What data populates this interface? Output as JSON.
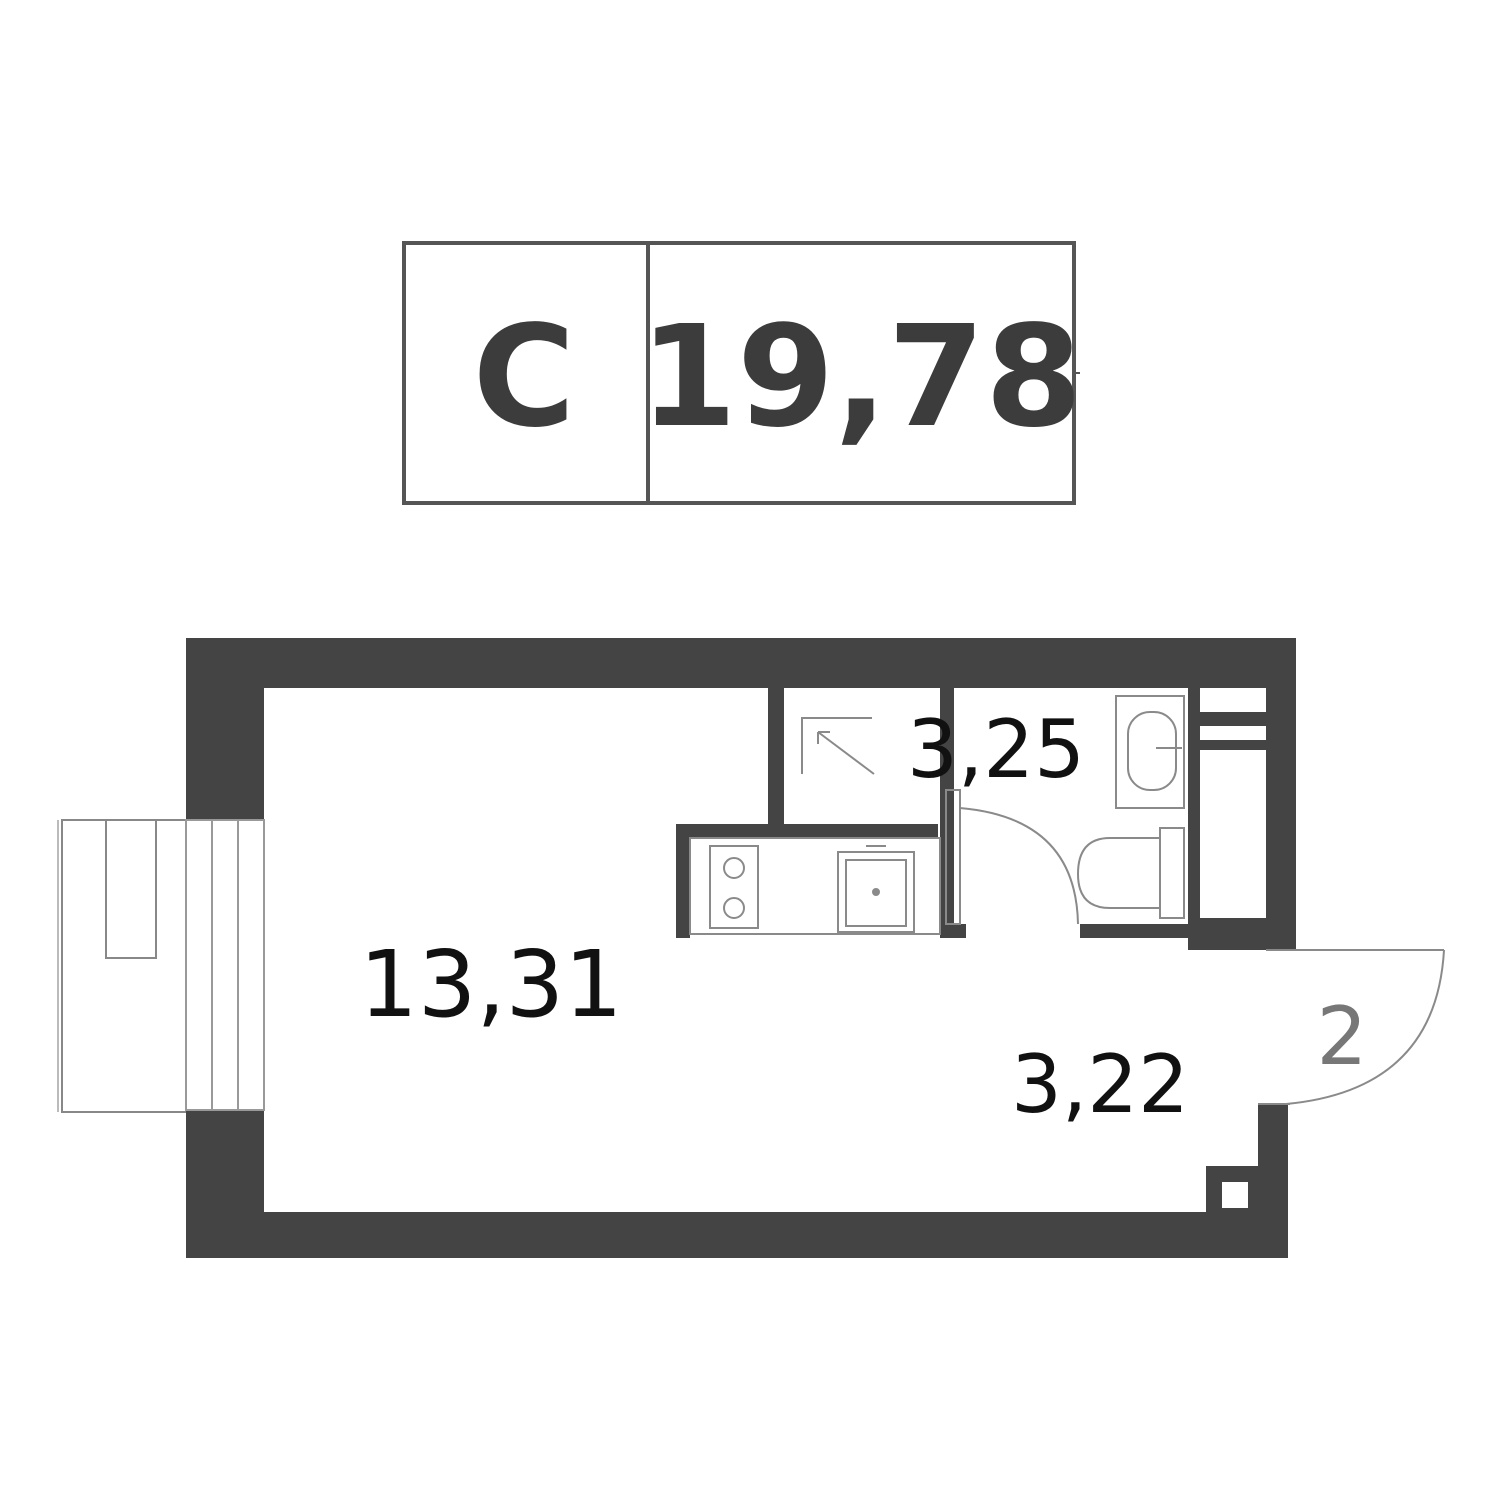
{
  "header": {
    "type": "С",
    "total_area": "19,78"
  },
  "rooms": {
    "main_room": "13,31",
    "bathroom": "3,25",
    "hallway": "3,22"
  },
  "entrance": {
    "number": "2"
  },
  "colors": {
    "wall": "#444444",
    "text": "#111111",
    "header_text": "#3c3c3c",
    "fixture_line": "#8a8a8a"
  }
}
